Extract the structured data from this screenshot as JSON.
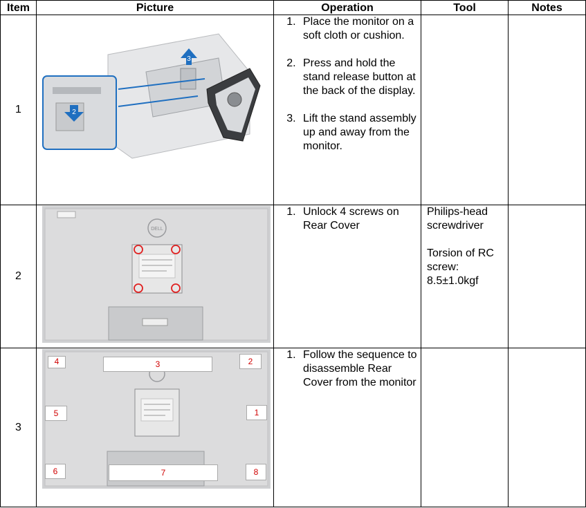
{
  "table": {
    "headers": [
      "Item",
      "Picture",
      "Operation",
      "Tool",
      "Notes"
    ],
    "rows": [
      {
        "item": "1",
        "operation": [
          "Place the monitor on a soft cloth or cushion.",
          "Press and hold the stand release button at the back of the display.",
          "Lift the stand assembly up and away from the monitor."
        ],
        "tool": [],
        "notes": "",
        "picture": {
          "callouts": [
            "2",
            "3"
          ]
        }
      },
      {
        "item": "2",
        "operation": [
          "Unlock 4 screws on Rear Cover"
        ],
        "tool": [
          "Philips-head screwdriver",
          "Torsion of RC screw: 8.5±1.0kgf"
        ],
        "notes": "",
        "picture": {
          "logo": "DELL"
        }
      },
      {
        "item": "3",
        "operation": [
          "Follow the sequence to disassemble Rear Cover from the monitor"
        ],
        "tool": [],
        "notes": "",
        "picture": {
          "sequence_labels": [
            "1",
            "2",
            "3",
            "4",
            "5",
            "6",
            "7",
            "8"
          ]
        }
      }
    ]
  },
  "colors": {
    "callout_blue": "#1f6fc0",
    "marker_red": "#e02020",
    "label_red": "#d00000"
  }
}
